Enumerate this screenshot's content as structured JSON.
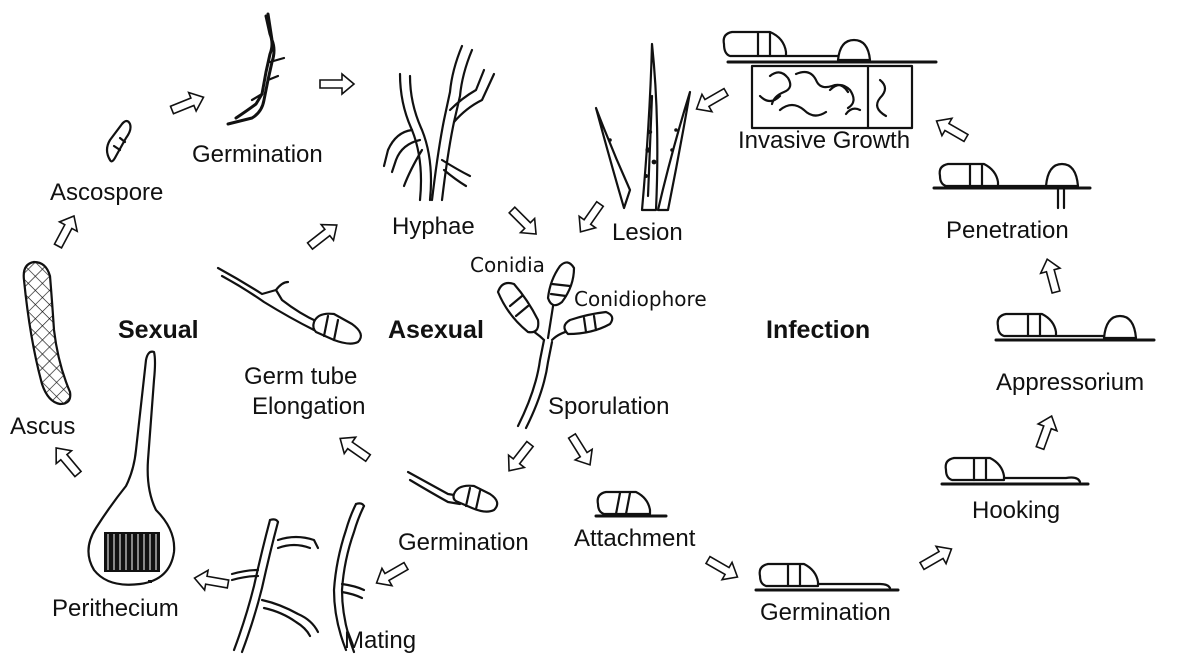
{
  "sections": {
    "sexual": "Sexual",
    "asexual": "Asexual",
    "infection": "Infection"
  },
  "labels": {
    "germination_top": "Germination",
    "ascospore": "Ascospore",
    "hyphae": "Hyphae",
    "lesion": "Lesion",
    "invasive_growth": "Invasive Growth",
    "penetration": "Penetration",
    "conidia": "Conidia",
    "conidiophore": "Conidiophore",
    "germ_tube_line1": "Germ tube",
    "germ_tube_line2": "Elongation",
    "appressorium": "Appressorium",
    "sporulation": "Sporulation",
    "ascus": "Ascus",
    "hooking": "Hooking",
    "germination_mid": "Germination",
    "attachment": "Attachment",
    "perithecium": "Perithecium",
    "germination_bottom": "Germination",
    "mating": "Mating"
  }
}
